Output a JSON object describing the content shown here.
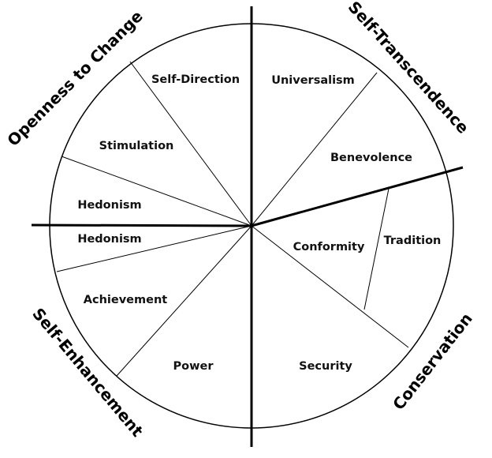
{
  "values": {
    "self_direction": "Self-Direction",
    "universalism": "Universalism",
    "stimulation": "Stimulation",
    "benevolence": "Benevolence",
    "hedonism_upper": "Hedonism",
    "hedonism_lower": "Hedonism",
    "conformity": "Conformity",
    "tradition": "Tradition",
    "achievement": "Achievement",
    "power": "Power",
    "security": "Security"
  },
  "dimensions": {
    "openness": "Openness to Change",
    "self_transcendence": "Self-Transcendence",
    "self_enhancement": "Self-Enhancement",
    "conservation": "Conservation"
  }
}
